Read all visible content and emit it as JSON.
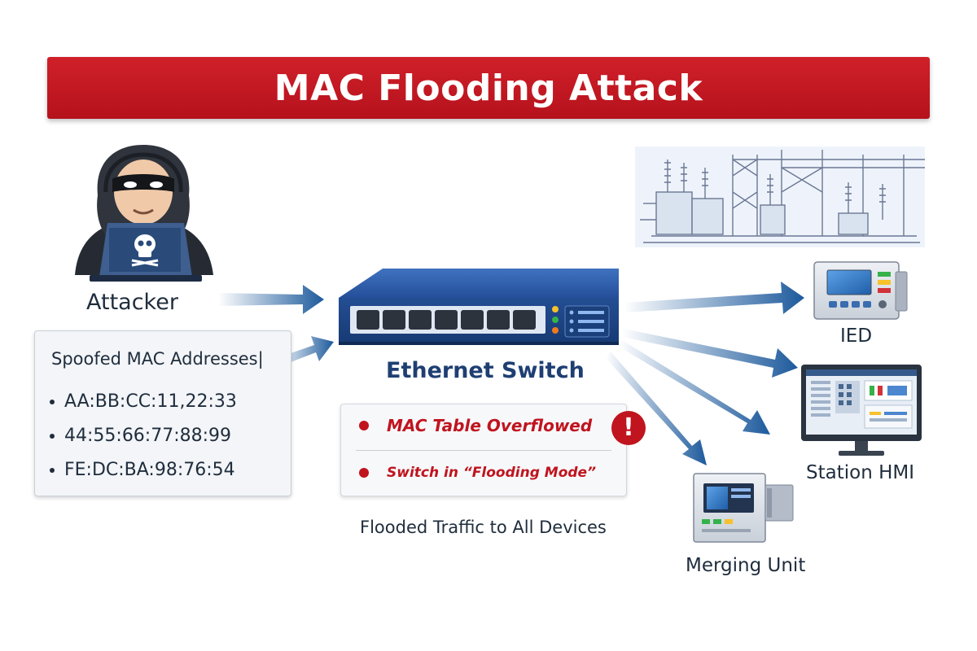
{
  "title": "MAC Flooding Attack",
  "attacker": {
    "label": "Attacker"
  },
  "spoofed": {
    "title": "Spoofed MAC Addresses|",
    "addresses": [
      "AA:BB:CC:11,22:33",
      "44:55:66:77:88:99",
      "FE:DC:BA:98:76:54"
    ]
  },
  "switch": {
    "label": "Ethernet Switch"
  },
  "alerts": {
    "table_overflow": "MAC Table Overflowed",
    "flooding_mode": "Switch in “Flooding Mode”",
    "warning_symbol": "!"
  },
  "caption": "Flooded Traffic to All Devices",
  "devices": {
    "ied": "IED",
    "hmi": "Station HMI",
    "merging_unit": "Merging Unit"
  },
  "colors": {
    "banner": "#c8161f",
    "alert": "#c0141e",
    "switch_blue": "#1f4f9a",
    "arrow_blue": "#1d5a9c"
  }
}
